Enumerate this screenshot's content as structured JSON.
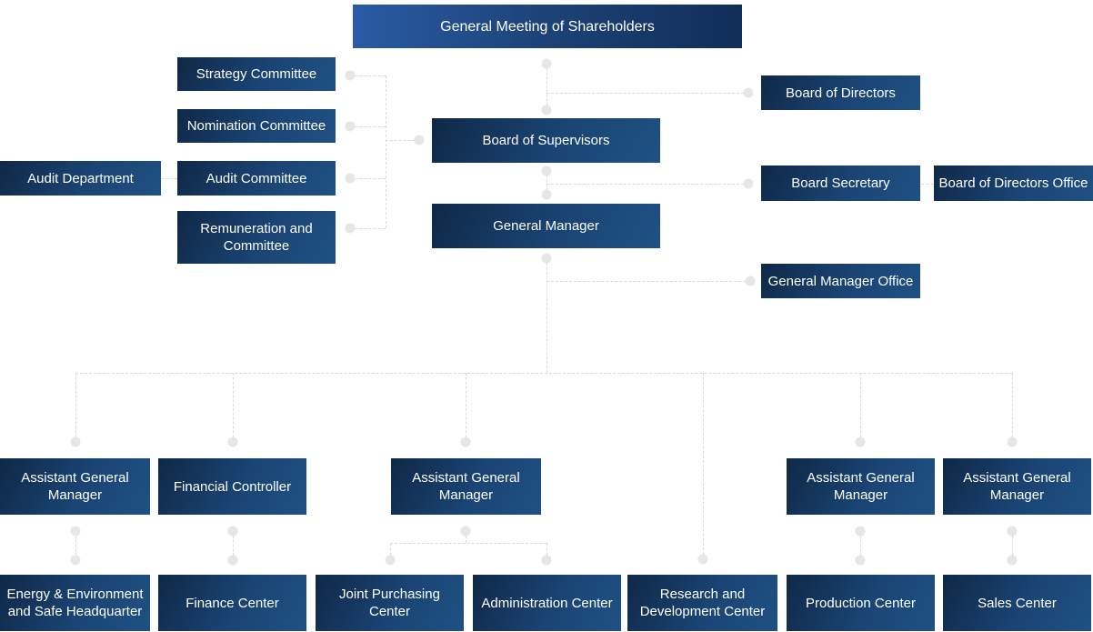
{
  "diagram_type": "organization-chart",
  "colors": {
    "background": "#ffffff",
    "box_gradient_dark": "#0f2847",
    "box_gradient_light": "#1f5183",
    "top_box_gradient_light": "#2a5ba4",
    "top_box_gradient_dark": "#112e59",
    "box_text": "#ffffff",
    "connector_line": "#d9d9d9",
    "connector_dot": "#e6e6e6"
  },
  "nodes": {
    "general_meeting": {
      "label": "General Meeting of Shareholders"
    },
    "strategy": {
      "label": "Strategy Committee"
    },
    "nomination": {
      "label": "Nomination Committee"
    },
    "audit_committee": {
      "label": "Audit Committee"
    },
    "remuneration": {
      "label": "Remuneration and Committee"
    },
    "audit_department": {
      "label": "Audit Department"
    },
    "board_of_supervisors": {
      "label": "Board of Supervisors"
    },
    "general_manager": {
      "label": "General Manager"
    },
    "board_of_directors": {
      "label": "Board of Directors"
    },
    "board_secretary": {
      "label": "Board Secretary"
    },
    "bod_office": {
      "label": "Board of Directors Office"
    },
    "gm_office": {
      "label": "General Manager Office"
    },
    "agm_1": {
      "label": "Assistant General Manager"
    },
    "financial_controller": {
      "label": "Financial Controller"
    },
    "agm_2": {
      "label": "Assistant General Manager"
    },
    "agm_3": {
      "label": "Assistant General Manager"
    },
    "agm_4": {
      "label": "Assistant General Manager"
    },
    "energy_hq": {
      "label": "Energy & Environment and Safe Headquarter"
    },
    "finance_center": {
      "label": "Finance Center"
    },
    "joint_purchasing": {
      "label": "Joint Purchasing Center"
    },
    "admin_center": {
      "label": "Administration Center"
    },
    "rd_center": {
      "label": "Research and Development Center"
    },
    "production_center": {
      "label": "Production Center"
    },
    "sales_center": {
      "label": "Sales Center"
    }
  },
  "edges": [
    {
      "from": "general_meeting",
      "to": "board_of_directors"
    },
    {
      "from": "general_meeting",
      "to": "board_of_supervisors"
    },
    {
      "from": "strategy",
      "to": "board_of_supervisors"
    },
    {
      "from": "nomination",
      "to": "board_of_supervisors"
    },
    {
      "from": "audit_committee",
      "to": "board_of_supervisors"
    },
    {
      "from": "remuneration",
      "to": "board_of_supervisors"
    },
    {
      "from": "audit_department",
      "to": "audit_committee"
    },
    {
      "from": "board_of_supervisors",
      "to": "general_manager"
    },
    {
      "from": "board_of_supervisors",
      "to": "board_secretary"
    },
    {
      "from": "board_secretary",
      "to": "bod_office"
    },
    {
      "from": "general_manager",
      "to": "gm_office"
    },
    {
      "from": "general_manager",
      "to": "agm_1"
    },
    {
      "from": "general_manager",
      "to": "financial_controller"
    },
    {
      "from": "general_manager",
      "to": "agm_2"
    },
    {
      "from": "general_manager",
      "to": "rd_center"
    },
    {
      "from": "general_manager",
      "to": "agm_3"
    },
    {
      "from": "general_manager",
      "to": "agm_4"
    },
    {
      "from": "agm_1",
      "to": "energy_hq"
    },
    {
      "from": "financial_controller",
      "to": "finance_center"
    },
    {
      "from": "agm_2",
      "to": "joint_purchasing"
    },
    {
      "from": "agm_2",
      "to": "admin_center"
    },
    {
      "from": "agm_3",
      "to": "production_center"
    },
    {
      "from": "agm_4",
      "to": "sales_center"
    }
  ]
}
